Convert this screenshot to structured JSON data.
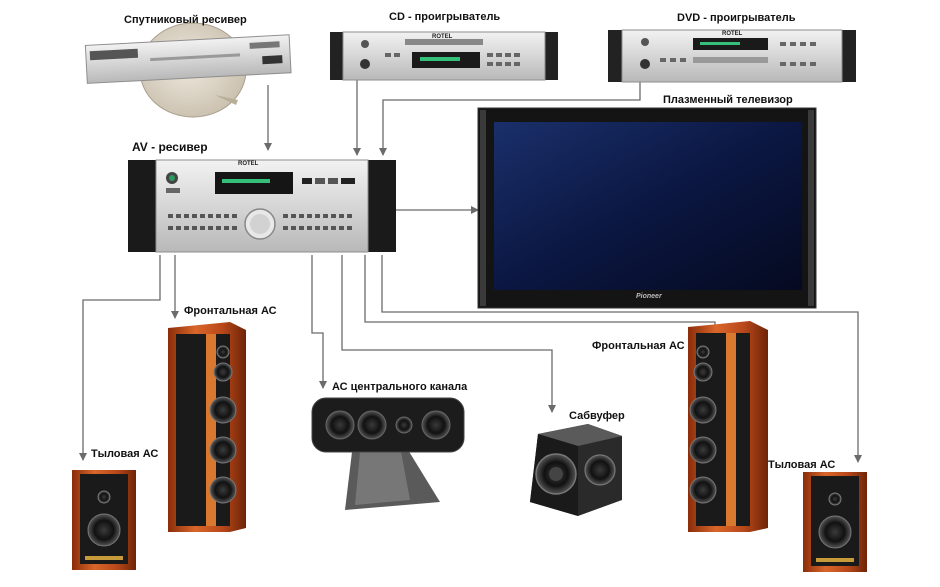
{
  "labels": {
    "satellite": "Спутниковый ресивер",
    "cd": "CD - проигрыватель",
    "dvd": "DVD - проигрыватель",
    "plasma": "Плазменный телевизор",
    "av": "AV - ресивер",
    "front_left": "Фронтальная АС",
    "front_right": "Фронтальная АС",
    "center": "АС центрального канала",
    "sub": "Сабвуфер",
    "rear_left": "Тыловая АС",
    "rear_right": "Тыловая АС"
  },
  "device_brands": {
    "rotel": "ROTEL",
    "pioneer": "Pioneer"
  },
  "colors": {
    "line": "#6b6b6b",
    "silver": "#d9d9d9",
    "wood": "#c4561a",
    "black": "#151515",
    "screen": "#0c1a40"
  }
}
